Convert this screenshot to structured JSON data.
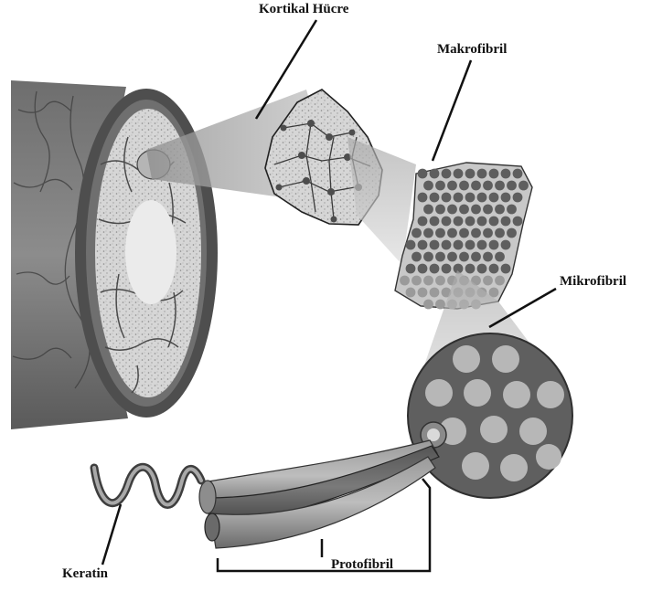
{
  "labels": {
    "cortical_cell": "Kortikal Hücre",
    "macrofibril": "Makrofibril",
    "microfibril": "Mikrofibril",
    "keratin": "Keratin",
    "protofibril": "Protofibril"
  },
  "colors": {
    "cylinder_dark": "#5a5a5a",
    "cylinder_mid": "#808080",
    "cortex_fill": "#d4d4d4",
    "medulla_fill": "#ececec",
    "beam": "#b9b9b9",
    "dot_dark": "#5d5d5d",
    "micro_bg": "#5f5f5f",
    "micro_circle": "#b7b7b7",
    "line": "#111111"
  }
}
